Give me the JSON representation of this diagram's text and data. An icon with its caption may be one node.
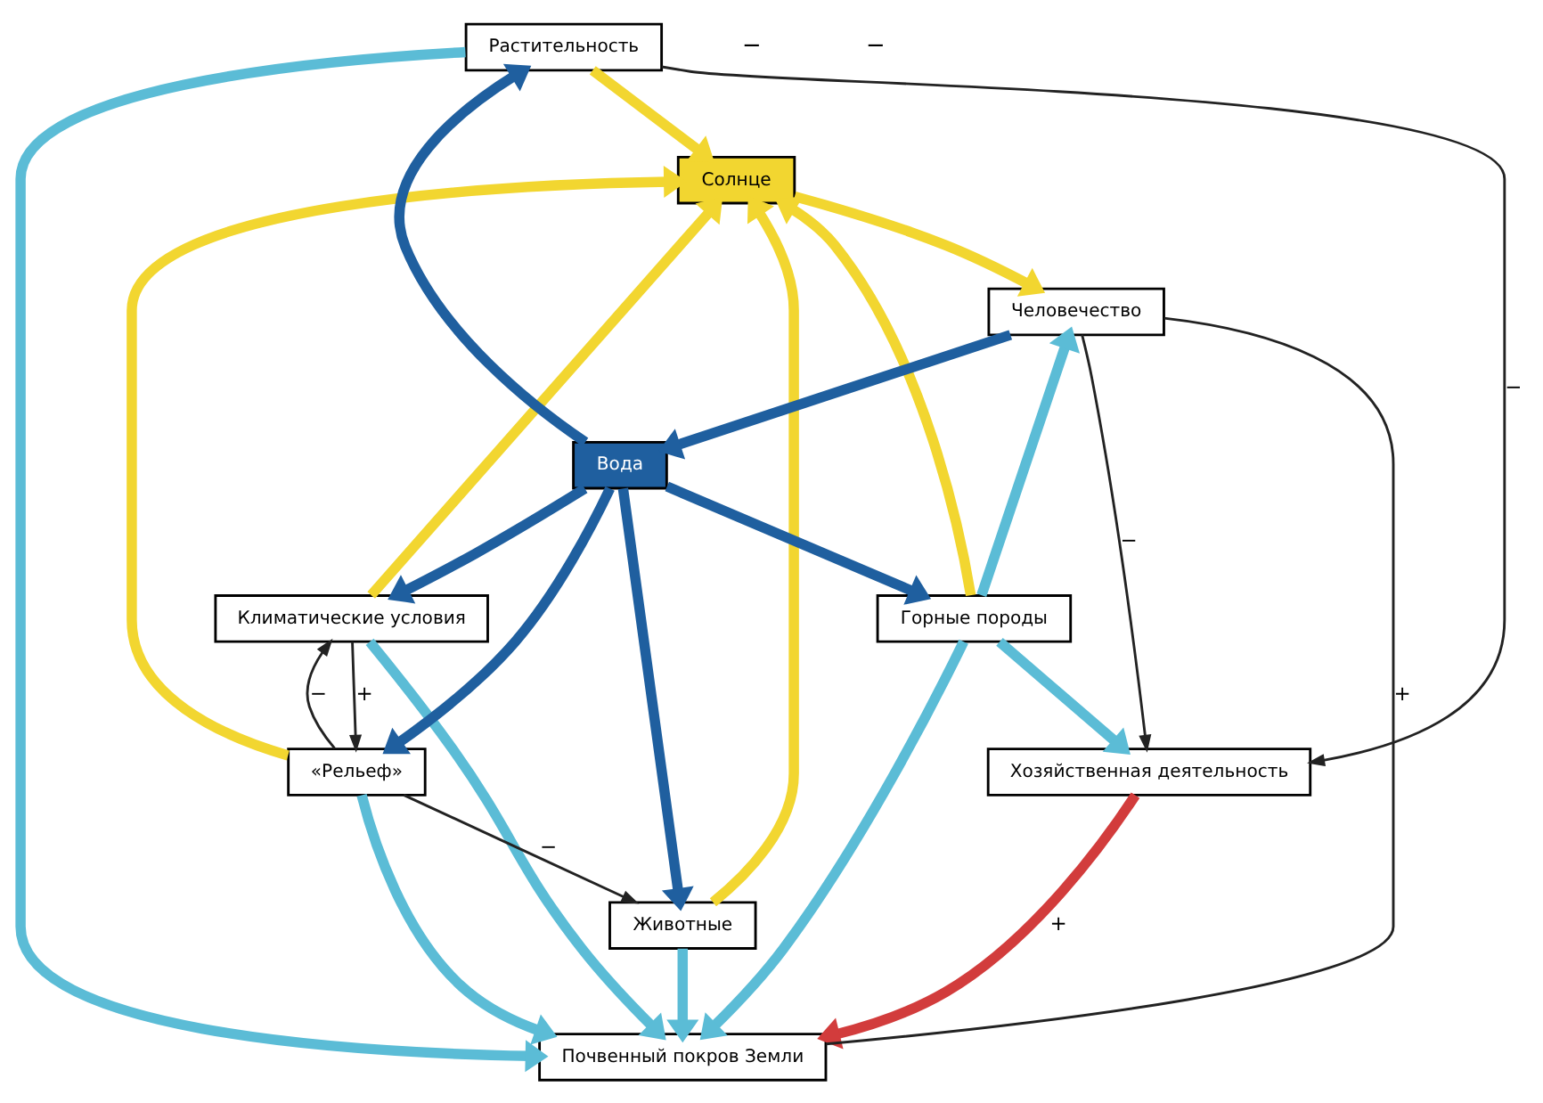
{
  "diagram": {
    "nodes": [
      {
        "text": [
          "Хозяйственная деятельность"
        ]
      },
      {
        "text": [
          "Растительность"
        ]
      },
      {
        "text": [
          "Климатические условия"
        ]
      },
      {
        "text": [
          "«Рельеф»"
        ]
      },
      {
        "text": [
          "Животные"
        ]
      },
      {
        "text": [
          "Горные породы"
        ]
      },
      {
        "text": [
          "Почвенный покров Земли"
        ]
      },
      {
        "text": [
          "Человечество"
        ]
      },
      {
        "text": [
          "Солнце"
        ]
      },
      {
        "text": [
          "Вода"
        ]
      }
    ],
    "edges": [
      {
        "from": 5,
        "to": 8,
        "arrow": "to",
        "color": "#f2d630"
      },
      {
        "from": 4,
        "to": 8,
        "arrow": "to",
        "color": "#f2d630"
      },
      {
        "from": 3,
        "to": 8,
        "arrow": "to",
        "color": "#f2d630"
      },
      {
        "from": 2,
        "to": 8,
        "arrow": "to",
        "color": "#f2d630"
      },
      {
        "from": 1,
        "to": 8,
        "arrow": "to",
        "color": "#f2d630"
      },
      {
        "from": 8,
        "to": 7,
        "arrow": "to",
        "color": "#f2d630"
      },
      {
        "from": 7,
        "to": 9,
        "arrow": "to",
        "color": "#1f5f9f"
      },
      {
        "from": 9,
        "to": 5,
        "arrow": "to",
        "color": "#1f5f9f"
      },
      {
        "from": 9,
        "to": 4,
        "arrow": "to",
        "color": "#1f5f9f"
      },
      {
        "from": 9,
        "to": 3,
        "arrow": "to",
        "color": "#1f5f9f"
      },
      {
        "from": 9,
        "to": 2,
        "arrow": "to",
        "color": "#1f5f9f"
      },
      {
        "from": 9,
        "to": 1,
        "arrow": "to",
        "color": "#1f5f9f"
      },
      {
        "from": 0,
        "to": 6,
        "arrow": "to",
        "label": "+",
        "color": "#d23c3c"
      },
      {
        "from": 1,
        "to": 0,
        "arrow": "to",
        "label": "−",
        "color": "#222222"
      },
      {
        "from": 7,
        "to": 0,
        "arrow": "to",
        "label": "−",
        "color": "#222222"
      },
      {
        "from": 7,
        "to": 6,
        "arrow": "none",
        "label": "+",
        "color": "#222222"
      },
      {
        "from": 3,
        "to": 2,
        "arrow": "to",
        "label": "−",
        "color": "#222222"
      },
      {
        "from": 2,
        "to": 3,
        "arrow": "to",
        "label": "+",
        "color": "#222222"
      },
      {
        "from": 3,
        "to": 4,
        "arrow": "to",
        "label": "−",
        "color": "#222222"
      },
      {
        "from": 5,
        "to": 6,
        "arrow": "to",
        "color": "#5bbcd6"
      },
      {
        "from": 4,
        "to": 6,
        "arrow": "to",
        "color": "#5bbcd6"
      },
      {
        "from": 3,
        "to": 6,
        "arrow": "to",
        "color": "#5bbcd6"
      },
      {
        "from": 2,
        "to": 6,
        "arrow": "to",
        "color": "#5bbcd6"
      },
      {
        "from": 1,
        "to": 6,
        "arrow": "to",
        "color": "#5bbcd6"
      },
      {
        "from": 5,
        "to": 0,
        "arrow": "to",
        "color": "#5bbcd6"
      },
      {
        "from": 5,
        "to": 7,
        "arrow": "to",
        "color": "#5bbcd6"
      }
    ],
    "labels": [
      "−",
      "−"
    ]
  }
}
